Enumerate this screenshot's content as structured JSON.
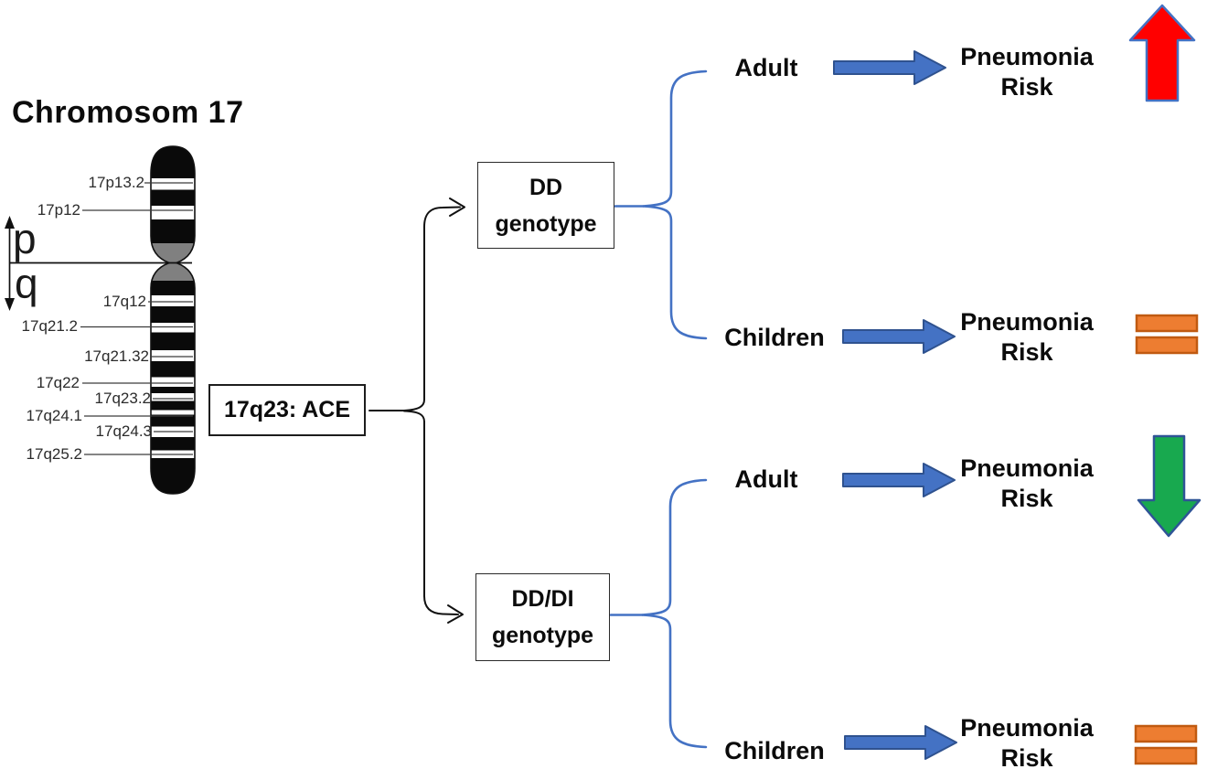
{
  "title": "Chromosom 17",
  "chromosome": {
    "p_arm_label": "p",
    "q_arm_label": "q",
    "band_labels": [
      "17p13.2",
      "17p12",
      "17q12",
      "17q21.2",
      "17q21.32",
      "17q22",
      "17q23.2",
      "17q24.1",
      "17q24.3",
      "17q25.2"
    ]
  },
  "gene_box": {
    "label": "17q23: ACE"
  },
  "genotypes": [
    {
      "name": "DD",
      "suffix": "genotype"
    },
    {
      "name": "DD/DI",
      "suffix": "genotype"
    }
  ],
  "outcomes": [
    {
      "genotype": "DD",
      "population": "Adult",
      "risk_line1": "Pneumonia",
      "risk_line2": "Risk",
      "direction": "increased"
    },
    {
      "genotype": "DD",
      "population": "Children",
      "risk_line1": "Pneumonia",
      "risk_line2": "Risk",
      "direction": "unchanged"
    },
    {
      "genotype": "DD/DI",
      "population": "Adult",
      "risk_line1": "Pneumonia",
      "risk_line2": "Risk",
      "direction": "decreased"
    },
    {
      "genotype": "DD/DI",
      "population": "Children",
      "risk_line1": "Pneumonia",
      "risk_line2": "Risk",
      "direction": "unchanged"
    }
  ],
  "colors": {
    "flow_arrow_blue": "#4472C4",
    "flow_arrow_border": "#2F528F",
    "brace_blue": "#4472C4",
    "increase_red": "#FF0000",
    "increase_border": "#4472C4",
    "decrease_green": "#18A94F",
    "decrease_border": "#2F5496",
    "equal_orange": "#ED7D31",
    "equal_border": "#C05A11",
    "centromere_gray": "#808080"
  }
}
